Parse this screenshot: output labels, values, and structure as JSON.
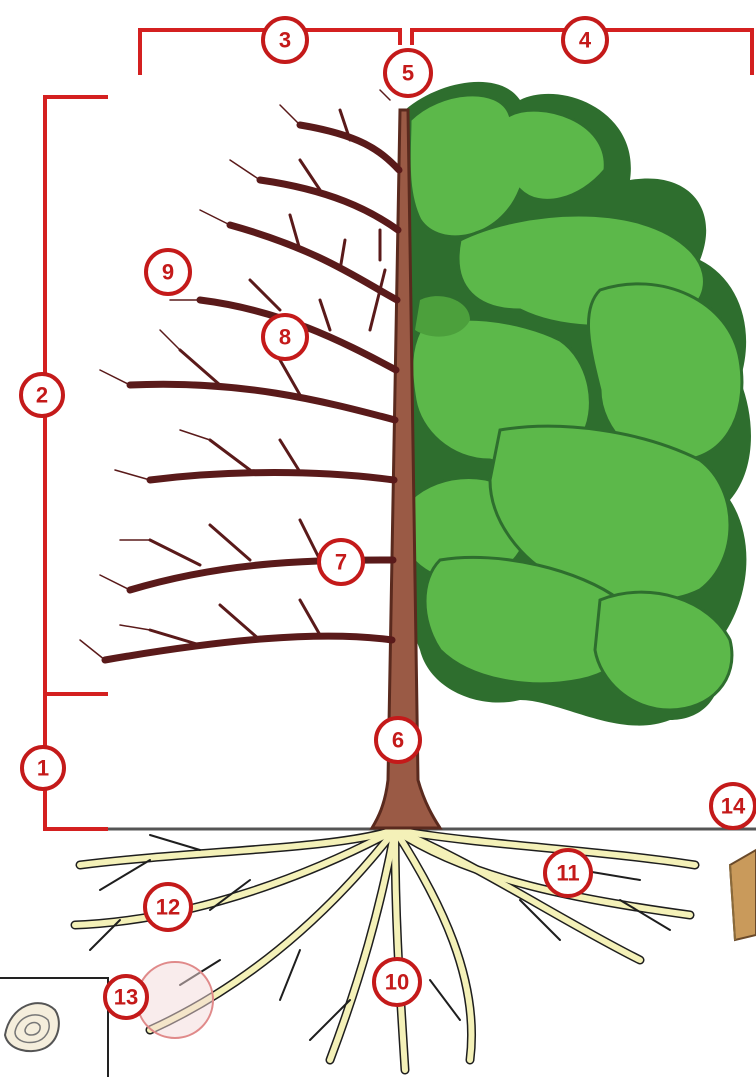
{
  "colors": {
    "bracket": "#d42020",
    "marker": "#c41a1a",
    "trunk": "#9a5a45",
    "branch": "#5a1a1a",
    "foliage": "#5cb84a",
    "foliage_dark": "#2e7d32",
    "root": "#f4f1b8",
    "ground": "#555555"
  },
  "labels": {
    "l1": "1",
    "l2": "2",
    "l3": "3",
    "l4": "4",
    "l5": "5",
    "l6": "6",
    "l7": "7",
    "l8": "8",
    "l9": "9",
    "l10": "10",
    "l11": "11",
    "l12": "12",
    "l13": "13",
    "l14": "14"
  }
}
